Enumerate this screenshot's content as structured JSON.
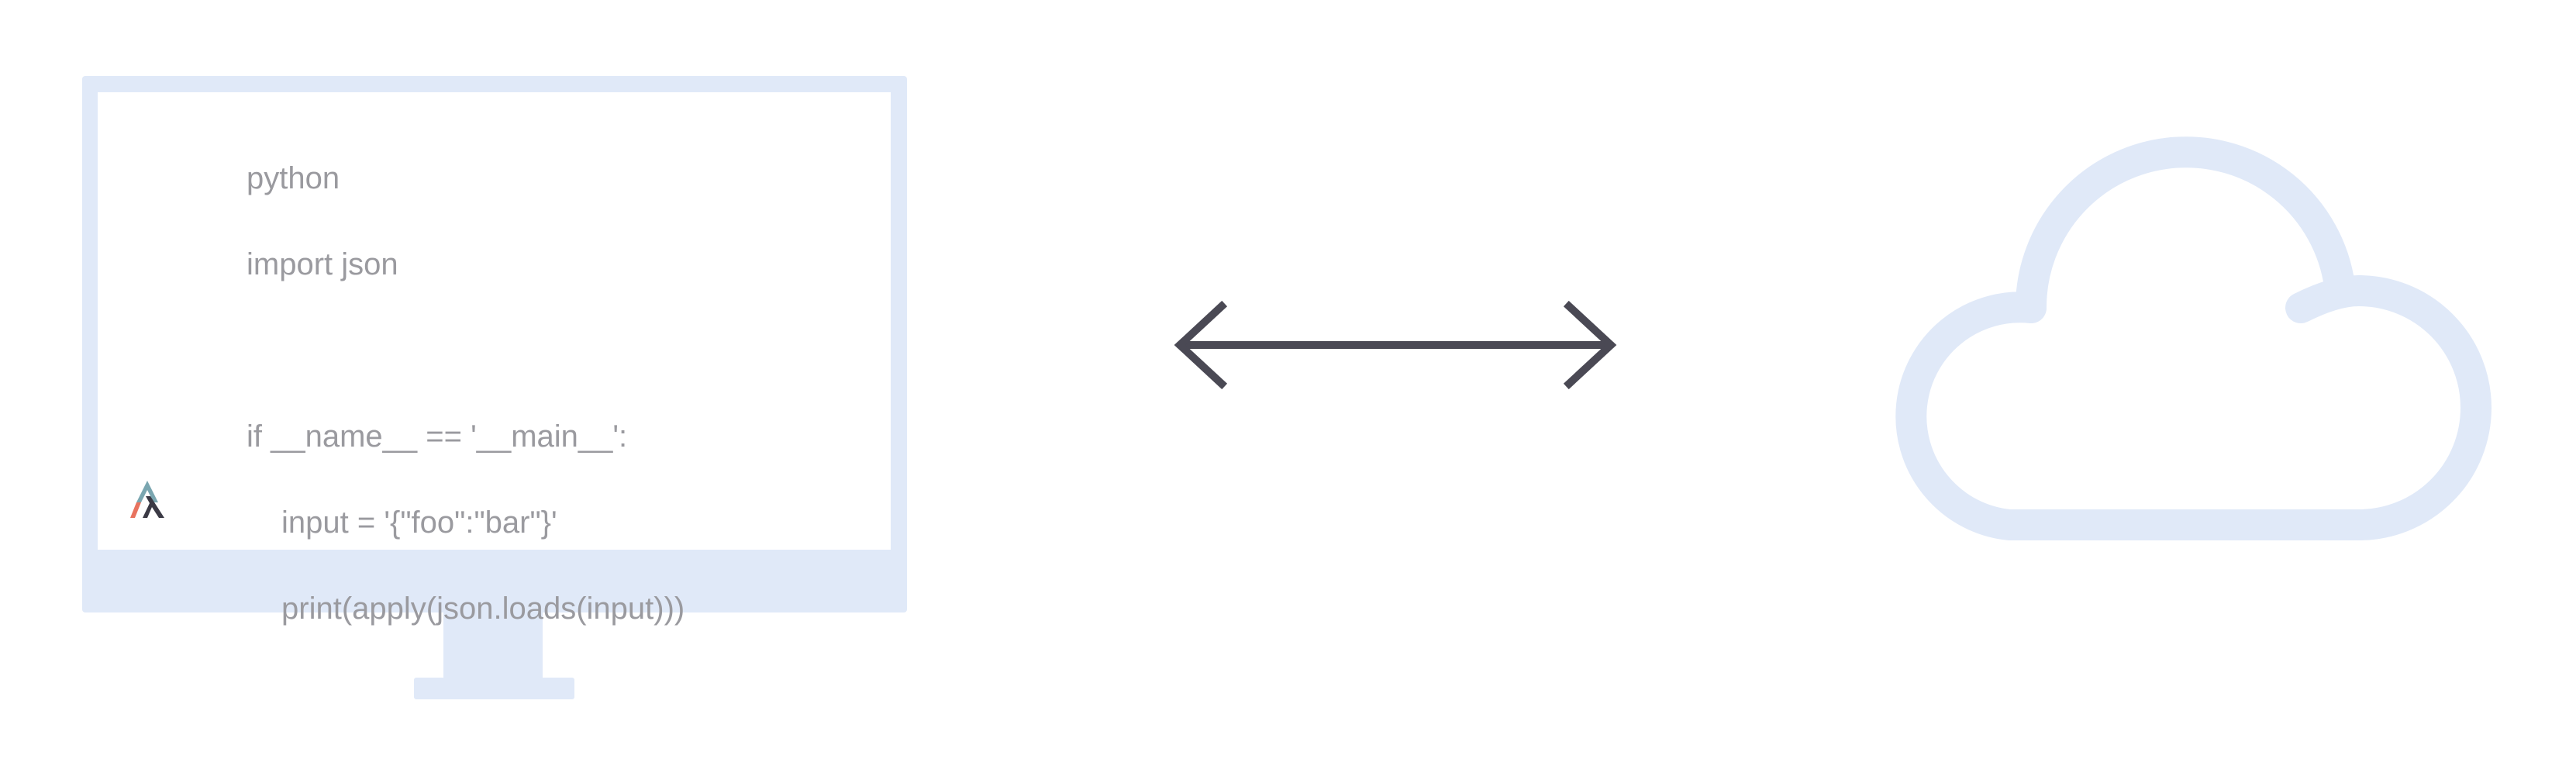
{
  "diagram": {
    "monitor": {
      "code_lines": [
        {
          "text": "python",
          "indent": false
        },
        {
          "text": "import json",
          "indent": false
        },
        {
          "text": "",
          "indent": false
        },
        {
          "text": "if __name__ == '__main__':",
          "indent": false
        },
        {
          "text": "input = '{\"foo\":\"bar\"}'",
          "indent": true
        },
        {
          "text": "print(apply(json.loads(input)))",
          "indent": true
        }
      ],
      "logo_icon": "algorithmia-logo-icon"
    },
    "connector": {
      "icon": "double-headed-arrow-icon"
    },
    "cloud": {
      "icon": "cloud-outline-icon"
    },
    "colors": {
      "device_fill": "#e0e9f8",
      "code_text": "#9a9a9f",
      "arrow": "#4a4954",
      "logo_red": "#e8735f",
      "logo_teal": "#7aa6b0",
      "logo_dark": "#3b3a45"
    }
  }
}
